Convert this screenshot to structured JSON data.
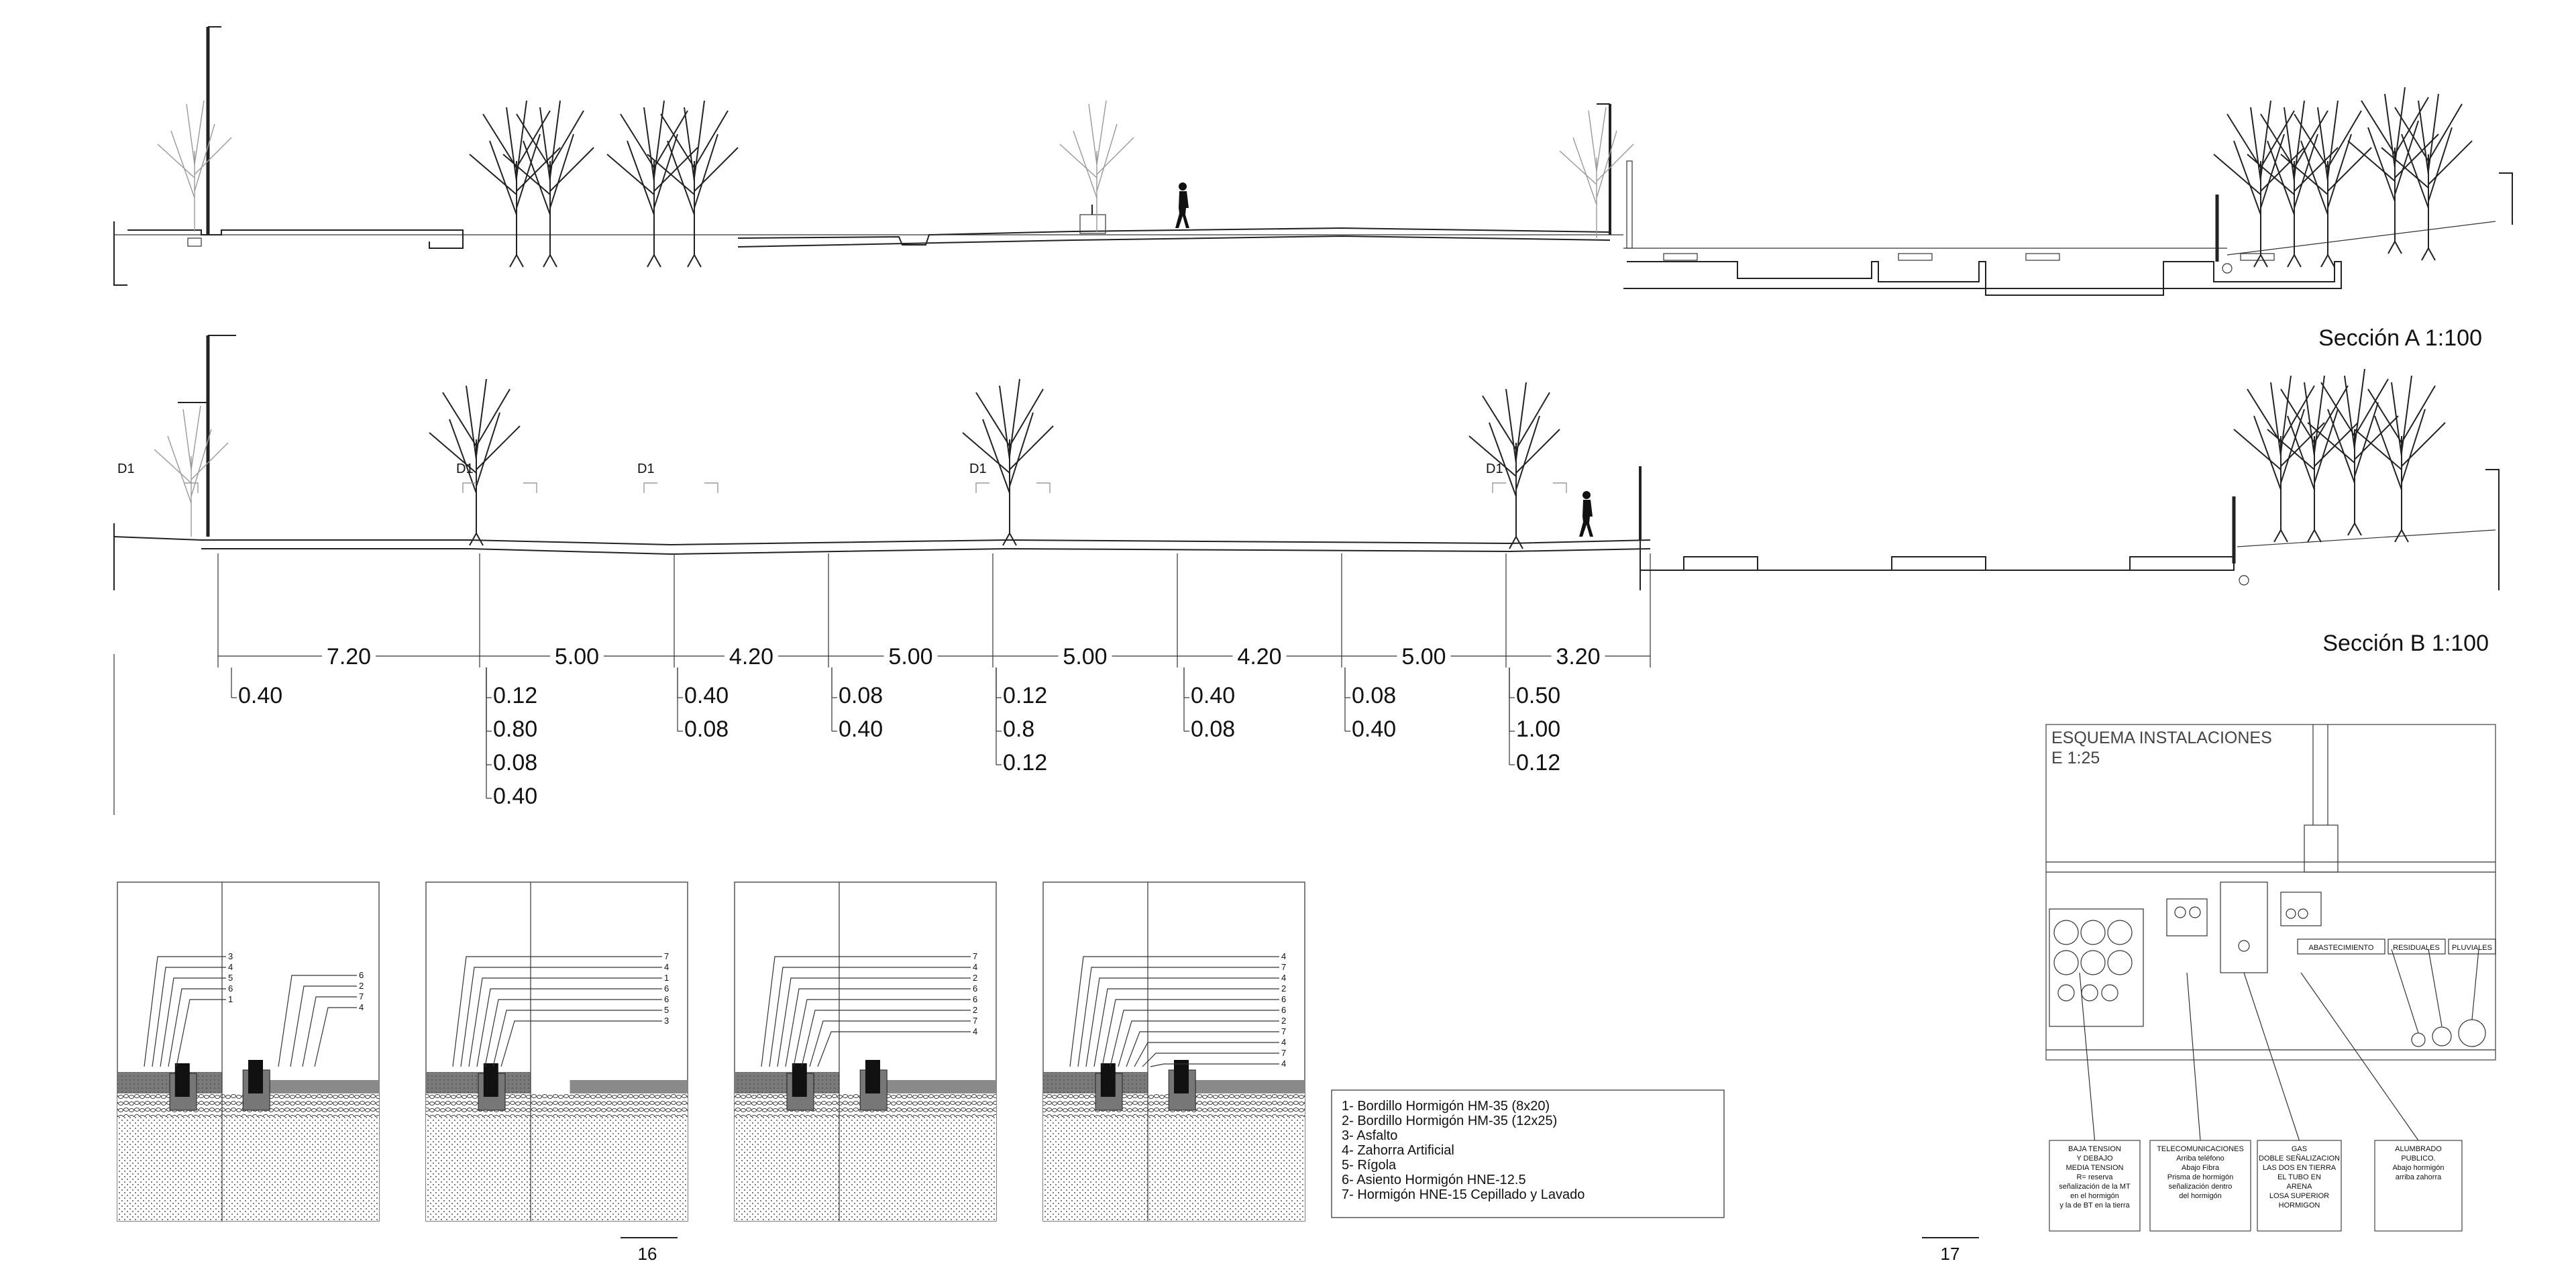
{
  "sections": {
    "a_title": "Sección A 1:100",
    "b_title": "Sección B 1:100"
  },
  "markers": [
    "D1",
    "D1",
    "D1",
    "D1",
    "D1"
  ],
  "dimensions": {
    "spans": [
      "7.20",
      "5.00",
      "4.20",
      "5.00",
      "5.00",
      "4.20",
      "5.00",
      "3.20"
    ],
    "offsets": [
      [
        "0.40"
      ],
      [
        "0.12",
        "0.80",
        "0.08",
        "0.40"
      ],
      [
        "0.40",
        "0.08"
      ],
      [
        "0.08",
        "0.40"
      ],
      [
        "0.12",
        "0.8",
        "0.12"
      ],
      [
        "0.40",
        "0.08"
      ],
      [
        "0.08",
        "0.40"
      ],
      [
        "0.50",
        "1.00",
        "0.12"
      ]
    ]
  },
  "details": [
    {
      "callouts": [
        "3",
        "4",
        "5",
        "6",
        "1"
      ],
      "callouts_right": [
        "6",
        "2",
        "7",
        "4"
      ]
    },
    {
      "callouts": [
        "7",
        "4",
        "1",
        "6",
        "6",
        "5",
        "3"
      ],
      "callouts_right": []
    },
    {
      "callouts": [
        "7",
        "4",
        "2",
        "6",
        "6",
        "2",
        "7",
        "4"
      ],
      "callouts_right": []
    },
    {
      "callouts": [
        "4",
        "7",
        "4",
        "2",
        "6",
        "6",
        "2",
        "7",
        "4",
        "7",
        "4"
      ],
      "callouts_right": []
    }
  ],
  "legend": [
    "1- Bordillo Hormigón HM-35 (8x20)",
    "2- Bordillo Hormigón HM-35 (12x25)",
    "3- Asfalto",
    "4- Zahorra Artificial",
    "5- Rígola",
    "6- Asiento Hormigón HNE-12.5",
    "7- Hormigón HNE-15 Cepillado y Lavado"
  ],
  "scheme": {
    "title": "ESQUEMA INSTALACIONES",
    "scale": "E 1:25",
    "labels": [
      "ABASTECIMIENTO",
      "RESIDUALES",
      "PLUVIALES"
    ],
    "boxes": [
      [
        "BAJA TENSION",
        "Y DEBAJO",
        "MEDIA TENSION",
        "R= reserva",
        "señalización de la MT",
        "en el hormigón",
        "y la de BT en la tierra"
      ],
      [
        "TELECOMUNICACIONES",
        "Arriba teléfono",
        "Abajo Fibra",
        "Prisma de hormigón",
        "señalización dentro",
        "del hormigón"
      ],
      [
        "GAS",
        "DOBLE SEÑALIZACION",
        "LAS DOS EN TIERRA",
        "EL TUBO EN",
        "ARENA",
        "LOSA SUPERIOR",
        "HORMIGON"
      ],
      [
        "ALUMBRADO",
        "PUBLICO.",
        "Abajo hormigón",
        "arriba zahorra"
      ]
    ]
  },
  "page_numbers": [
    "16",
    "17"
  ]
}
